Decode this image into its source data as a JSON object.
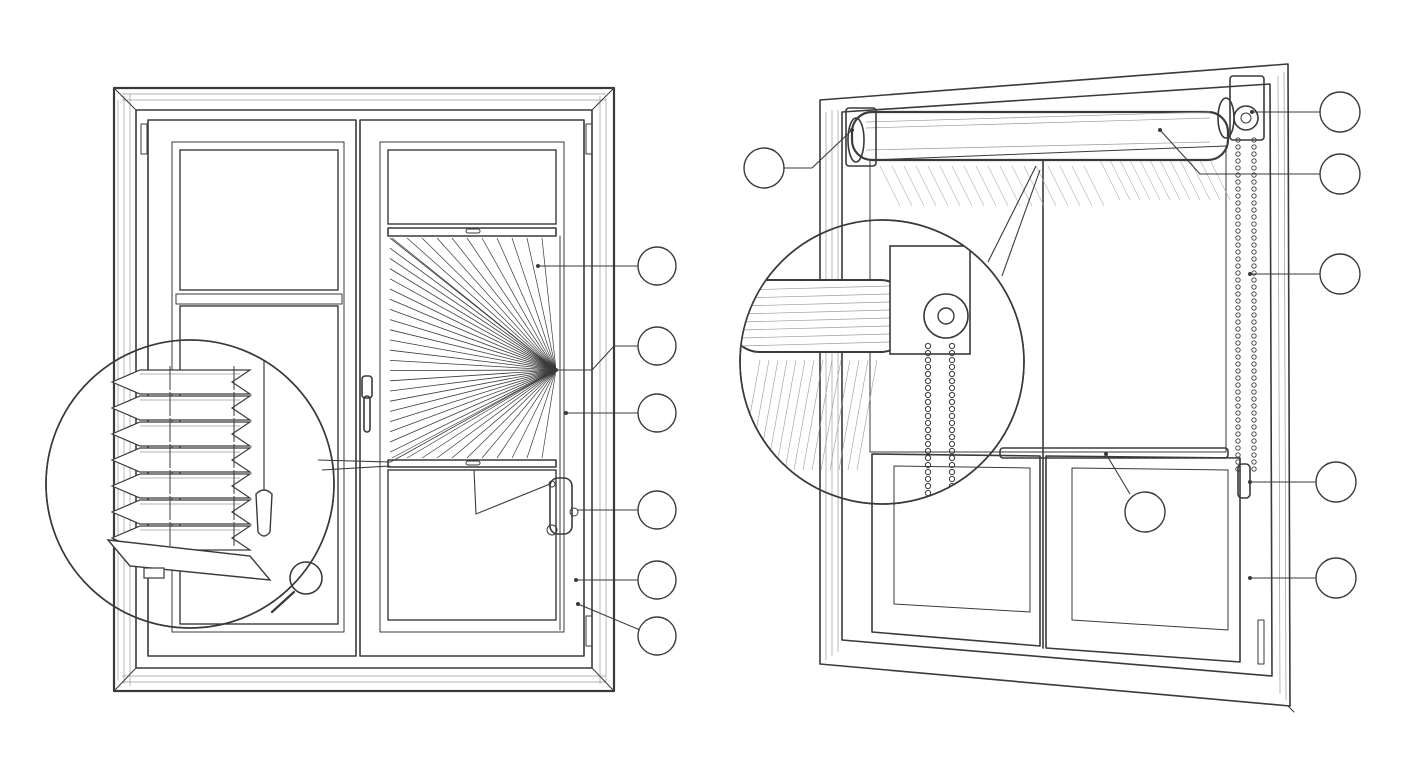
{
  "diagram": {
    "panels": [
      {
        "name": "pleated-blind-window",
        "callout_count": 6,
        "has_detail_magnifier": true
      },
      {
        "name": "roller-blind-window",
        "callout_count": 6,
        "has_detail_magnifier": true
      }
    ],
    "callout_labels": [],
    "style": "pencil-sketch",
    "colors": {
      "line": "#3a3a3a",
      "hatch": "#9a9a9a",
      "background": "#ffffff"
    }
  }
}
